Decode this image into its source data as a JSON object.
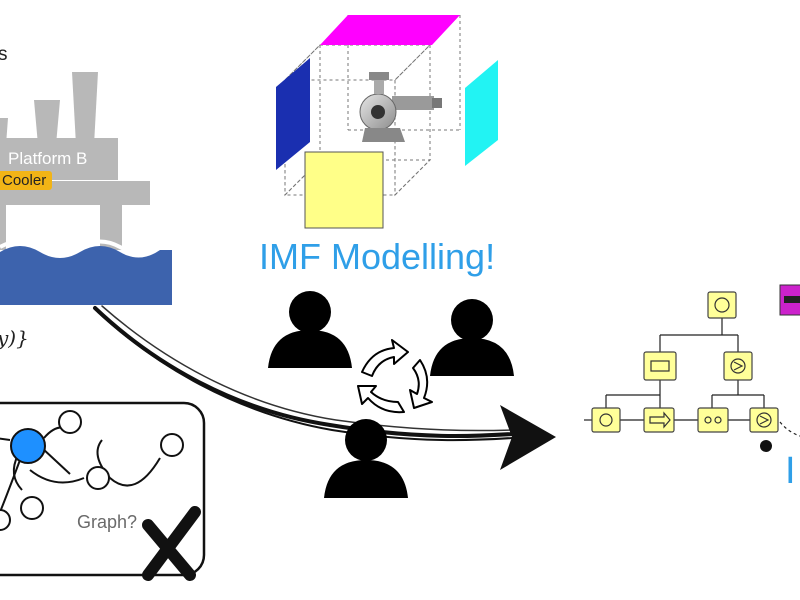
{
  "labels": {
    "top_left_fragment": "s",
    "platform": "Platform B",
    "cooler": "Cooler",
    "formula_fragment": "y)}",
    "imf_modelling": "IMF Modelling!",
    "graph_question": "Graph?",
    "right_fragment": "I"
  },
  "colors": {
    "ocean": "#3d63ad",
    "platform_gray": "#b8b8b8",
    "cooler_badge": "#f2b416",
    "imf_text": "#2f9fe8",
    "face_blue": "#1a2fb0",
    "face_magenta": "#ff00ff",
    "face_cyan": "#22f3f3",
    "face_yellow": "#ffff88",
    "highlight_node": "#1e90ff",
    "imf_block": "#ffff99",
    "imf_magenta_block": "#cc22cc"
  },
  "icons": {
    "platform": "offshore-platform-icon",
    "pump": "centrifugal-pump-icon",
    "people": "person-icon",
    "cycle": "recycle-arrows-icon",
    "cross": "cross-mark-icon",
    "arrow": "sketch-arrow-icon"
  }
}
